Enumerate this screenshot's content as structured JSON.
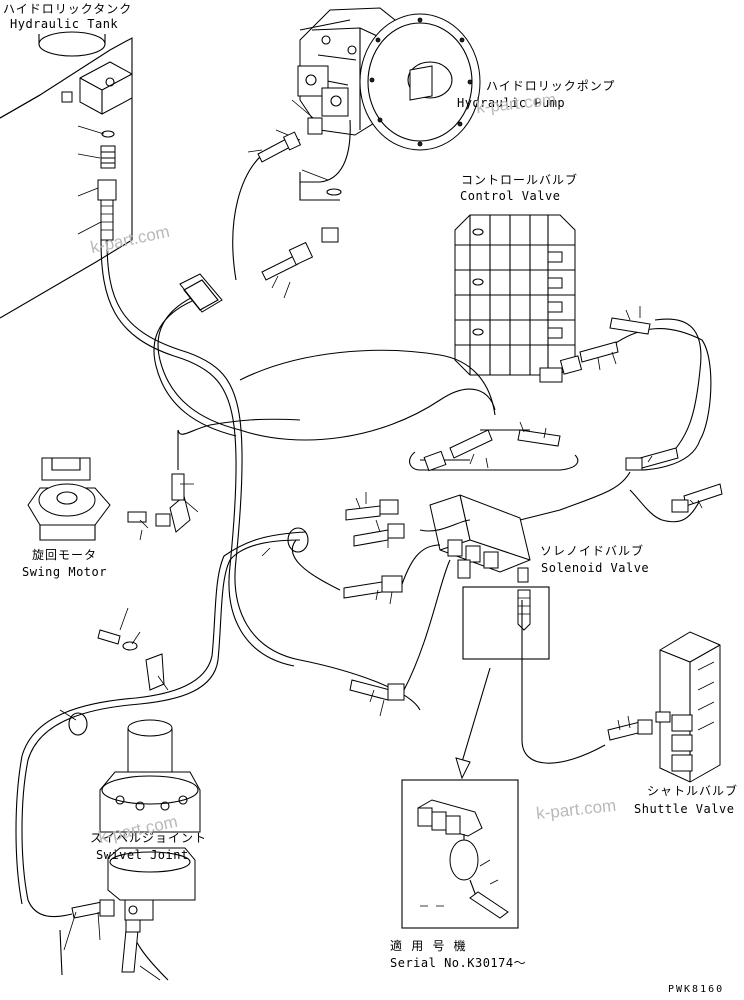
{
  "labels": {
    "hydraulic_tank_jp": "ハイドロリックタンク",
    "hydraulic_tank_en": "Hydraulic Tank",
    "hydraulic_pump_jp": "ハイドロリックポンプ",
    "hydraulic_pump_en": "Hydraulic Pump",
    "control_valve_jp": "コントロールバルブ",
    "control_valve_en": "Control Valve",
    "swing_motor_jp": "旋回モータ",
    "swing_motor_en": "Swing Motor",
    "solenoid_valve_jp": "ソレノイドバルブ",
    "solenoid_valve_en": "Solenoid Valve",
    "shuttle_valve_jp": "シャトルバルブ",
    "shuttle_valve_en": "Shuttle Valve",
    "swivel_joint_jp": "スイベルジョイント",
    "swivel_joint_en": "Swivel Joint",
    "serial_jp": "適 用 号 機",
    "serial_en": "Serial No.K30174～",
    "drawing_code": "PWK8160"
  },
  "watermarks": [
    "k-part.com",
    "k-part.com",
    "k-part.com",
    "k-part.com"
  ]
}
